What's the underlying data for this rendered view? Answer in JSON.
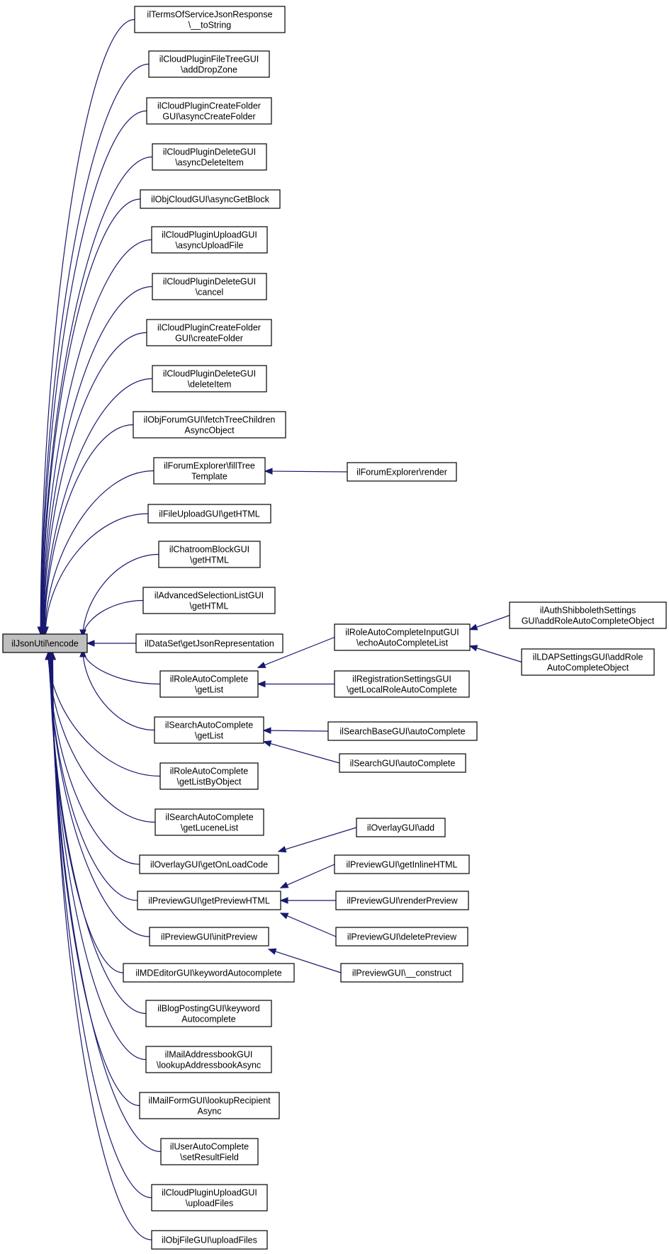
{
  "diagram": {
    "type": "call-graph",
    "nodes": [
      {
        "id": "root",
        "lines": [
          "ilJsonUtil\\encode"
        ],
        "root": true
      },
      {
        "id": "n1",
        "lines": [
          "ilTermsOfServiceJsonResponse",
          "\\__toString"
        ]
      },
      {
        "id": "n2",
        "lines": [
          "ilCloudPluginFileTreeGUI",
          "\\addDropZone"
        ]
      },
      {
        "id": "n3",
        "lines": [
          "ilCloudPluginCreateFolder",
          "GUI\\asyncCreateFolder"
        ]
      },
      {
        "id": "n4",
        "lines": [
          "ilCloudPluginDeleteGUI",
          "\\asyncDeleteItem"
        ]
      },
      {
        "id": "n5",
        "lines": [
          "ilObjCloudGUI\\asyncGetBlock"
        ]
      },
      {
        "id": "n6",
        "lines": [
          "ilCloudPluginUploadGUI",
          "\\asyncUploadFile"
        ]
      },
      {
        "id": "n7",
        "lines": [
          "ilCloudPluginDeleteGUI",
          "\\cancel"
        ]
      },
      {
        "id": "n8",
        "lines": [
          "ilCloudPluginCreateFolder",
          "GUI\\createFolder"
        ]
      },
      {
        "id": "n9",
        "lines": [
          "ilCloudPluginDeleteGUI",
          "\\deleteItem"
        ]
      },
      {
        "id": "n10",
        "lines": [
          "ilObjForumGUI\\fetchTreeChildren",
          "AsyncObject"
        ]
      },
      {
        "id": "n11",
        "lines": [
          "ilForumExplorer\\fillTree",
          "Template"
        ]
      },
      {
        "id": "n11a",
        "lines": [
          "ilForumExplorer\\render"
        ]
      },
      {
        "id": "n12",
        "lines": [
          "ilFileUploadGUI\\getHTML"
        ]
      },
      {
        "id": "n13",
        "lines": [
          "ilChatroomBlockGUI",
          "\\getHTML"
        ]
      },
      {
        "id": "n14",
        "lines": [
          "ilAdvancedSelectionListGUI",
          "\\getHTML"
        ]
      },
      {
        "id": "n15",
        "lines": [
          "ilDataSet\\getJsonRepresentation"
        ]
      },
      {
        "id": "n16",
        "lines": [
          "ilRoleAutoComplete",
          "\\getList"
        ]
      },
      {
        "id": "n16a",
        "lines": [
          "ilRoleAutoCompleteInputGUI",
          "\\echoAutoCompleteList"
        ]
      },
      {
        "id": "n16a1",
        "lines": [
          "ilAuthShibbolethSettings",
          "GUI\\addRoleAutoCompleteObject"
        ]
      },
      {
        "id": "n16a2",
        "lines": [
          "ilLDAPSettingsGUI\\addRole",
          "AutoCompleteObject"
        ]
      },
      {
        "id": "n16b",
        "lines": [
          "ilRegistrationSettingsGUI",
          "\\getLocalRoleAutoComplete"
        ]
      },
      {
        "id": "n17",
        "lines": [
          "ilSearchAutoComplete",
          "\\getList"
        ]
      },
      {
        "id": "n17a",
        "lines": [
          "ilSearchBaseGUI\\autoComplete"
        ]
      },
      {
        "id": "n17b",
        "lines": [
          "ilSearchGUI\\autoComplete"
        ]
      },
      {
        "id": "n18",
        "lines": [
          "ilRoleAutoComplete",
          "\\getListByObject"
        ]
      },
      {
        "id": "n19",
        "lines": [
          "ilSearchAutoComplete",
          "\\getLuceneList"
        ]
      },
      {
        "id": "n20",
        "lines": [
          "ilOverlayGUI\\getOnLoadCode"
        ]
      },
      {
        "id": "n20a",
        "lines": [
          "ilOverlayGUI\\add"
        ]
      },
      {
        "id": "n21",
        "lines": [
          "ilPreviewGUI\\getPreviewHTML"
        ]
      },
      {
        "id": "n21a",
        "lines": [
          "ilPreviewGUI\\getInlineHTML"
        ]
      },
      {
        "id": "n21b",
        "lines": [
          "ilPreviewGUI\\renderPreview"
        ]
      },
      {
        "id": "n21c",
        "lines": [
          "ilPreviewGUI\\deletePreview"
        ]
      },
      {
        "id": "n22",
        "lines": [
          "ilPreviewGUI\\initPreview"
        ]
      },
      {
        "id": "n22a",
        "lines": [
          "ilPreviewGUI\\__construct"
        ]
      },
      {
        "id": "n23",
        "lines": [
          "ilMDEditorGUI\\keywordAutocomplete"
        ]
      },
      {
        "id": "n24",
        "lines": [
          "ilBlogPostingGUI\\keyword",
          "Autocomplete"
        ]
      },
      {
        "id": "n25",
        "lines": [
          "ilMailAddressbookGUI",
          "\\lookupAddressbookAsync"
        ]
      },
      {
        "id": "n26",
        "lines": [
          "ilMailFormGUI\\lookupRecipient",
          "Async"
        ]
      },
      {
        "id": "n27",
        "lines": [
          "ilUserAutoComplete",
          "\\setResultField"
        ]
      },
      {
        "id": "n28",
        "lines": [
          "ilCloudPluginUploadGUI",
          "\\uploadFiles"
        ]
      },
      {
        "id": "n29",
        "lines": [
          "ilObjFileGUI\\uploadFiles"
        ]
      }
    ],
    "edges": [
      {
        "from": "n1",
        "to": "root"
      },
      {
        "from": "n2",
        "to": "root"
      },
      {
        "from": "n3",
        "to": "root"
      },
      {
        "from": "n4",
        "to": "root"
      },
      {
        "from": "n5",
        "to": "root"
      },
      {
        "from": "n6",
        "to": "root"
      },
      {
        "from": "n7",
        "to": "root"
      },
      {
        "from": "n8",
        "to": "root"
      },
      {
        "from": "n9",
        "to": "root"
      },
      {
        "from": "n10",
        "to": "root"
      },
      {
        "from": "n11",
        "to": "root"
      },
      {
        "from": "n12",
        "to": "root"
      },
      {
        "from": "n13",
        "to": "root"
      },
      {
        "from": "n14",
        "to": "root"
      },
      {
        "from": "n15",
        "to": "root"
      },
      {
        "from": "n16",
        "to": "root"
      },
      {
        "from": "n17",
        "to": "root"
      },
      {
        "from": "n18",
        "to": "root"
      },
      {
        "from": "n19",
        "to": "root"
      },
      {
        "from": "n20",
        "to": "root"
      },
      {
        "from": "n21",
        "to": "root"
      },
      {
        "from": "n22",
        "to": "root"
      },
      {
        "from": "n23",
        "to": "root"
      },
      {
        "from": "n24",
        "to": "root"
      },
      {
        "from": "n25",
        "to": "root"
      },
      {
        "from": "n26",
        "to": "root"
      },
      {
        "from": "n27",
        "to": "root"
      },
      {
        "from": "n28",
        "to": "root"
      },
      {
        "from": "n29",
        "to": "root"
      },
      {
        "from": "n11a",
        "to": "n11"
      },
      {
        "from": "n16a",
        "to": "n16"
      },
      {
        "from": "n16b",
        "to": "n16"
      },
      {
        "from": "n16a1",
        "to": "n16a"
      },
      {
        "from": "n16a2",
        "to": "n16a"
      },
      {
        "from": "n17a",
        "to": "n17"
      },
      {
        "from": "n17b",
        "to": "n17"
      },
      {
        "from": "n20a",
        "to": "n20"
      },
      {
        "from": "n21a",
        "to": "n21"
      },
      {
        "from": "n21b",
        "to": "n21"
      },
      {
        "from": "n21c",
        "to": "n21"
      },
      {
        "from": "n22a",
        "to": "n22"
      }
    ],
    "colors": {
      "edge": "#191970",
      "root_fill": "#bfbfbf",
      "node_fill": "#ffffff",
      "border": "#000000"
    }
  }
}
